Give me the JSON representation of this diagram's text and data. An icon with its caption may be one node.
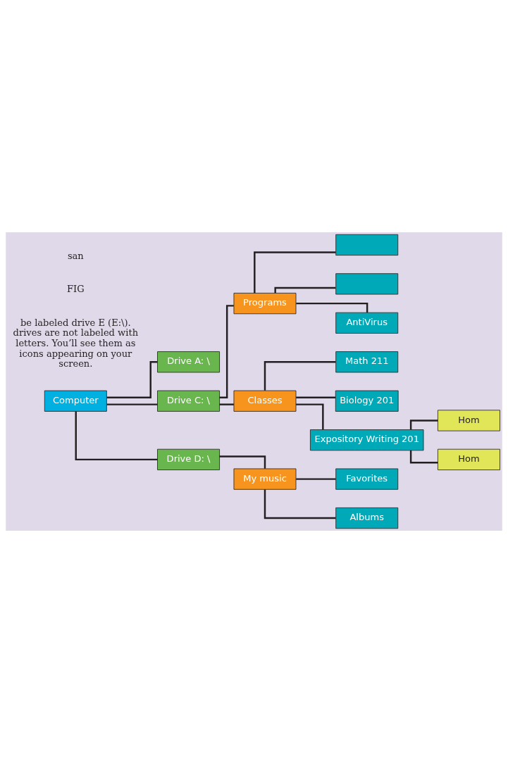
{
  "diagram": {
    "nodes": [
      {
        "text": [
          "Computer"
        ]
      },
      {
        "text": [
          "Drive A: \\"
        ]
      },
      {
        "text": [
          "Drive C: \\"
        ]
      },
      {
        "text": [
          "Programs"
        ]
      },
      {
        "text": [],
        "shape": "box"
      },
      {
        "text": [],
        "shape": "box"
      },
      {
        "text": [
          "AntiVirus"
        ]
      },
      {
        "text": [
          "Classes"
        ]
      },
      {
        "text": [
          "Math 211"
        ]
      },
      {
        "text": [
          "Biology 201"
        ]
      },
      {
        "text": [
          "Expository Writing 201"
        ]
      },
      {
        "text": [
          "Hom"
        ]
      },
      {
        "text": [
          "Hom"
        ]
      },
      {
        "text": [
          "Drive D: \\"
        ]
      },
      {
        "text": [
          "My music"
        ]
      },
      {
        "text": [
          "Favorites"
        ]
      },
      {
        "text": [
          "Albums"
        ]
      }
    ],
    "edges": [
      {
        "from": 0,
        "to": 1,
        "arrow": "none"
      },
      {
        "from": 0,
        "to": 2,
        "arrow": "none"
      },
      {
        "from": 2,
        "to": 3,
        "arrow": "none"
      },
      {
        "from": 3,
        "to": 4,
        "arrow": "none"
      },
      {
        "from": 3,
        "to": 5,
        "arrow": "none"
      },
      {
        "from": 3,
        "to": 6,
        "arrow": "none"
      },
      {
        "from": 2,
        "to": 7,
        "arrow": "none"
      },
      {
        "from": 7,
        "to": 8,
        "arrow": "none"
      },
      {
        "from": 7,
        "to": 9,
        "arrow": "none"
      },
      {
        "from": 7,
        "to": 10,
        "arrow": "none"
      },
      {
        "from": 10,
        "to": 11,
        "arrow": "none"
      },
      {
        "from": 10,
        "to": 12,
        "arrow": "none"
      },
      {
        "from": 0,
        "to": 13,
        "arrow": "none"
      },
      {
        "from": 13,
        "to": 14,
        "arrow": "none"
      },
      {
        "from": 14,
        "to": 15,
        "arrow": "none"
      },
      {
        "from": 14,
        "to": 16,
        "arrow": "none"
      }
    ],
    "labels": [
      "be labeled drive E (E:\\). drives are not labeled with letters. You’ll see them as icons appearing on your screen.",
      "FIG",
      "san"
    ]
  }
}
